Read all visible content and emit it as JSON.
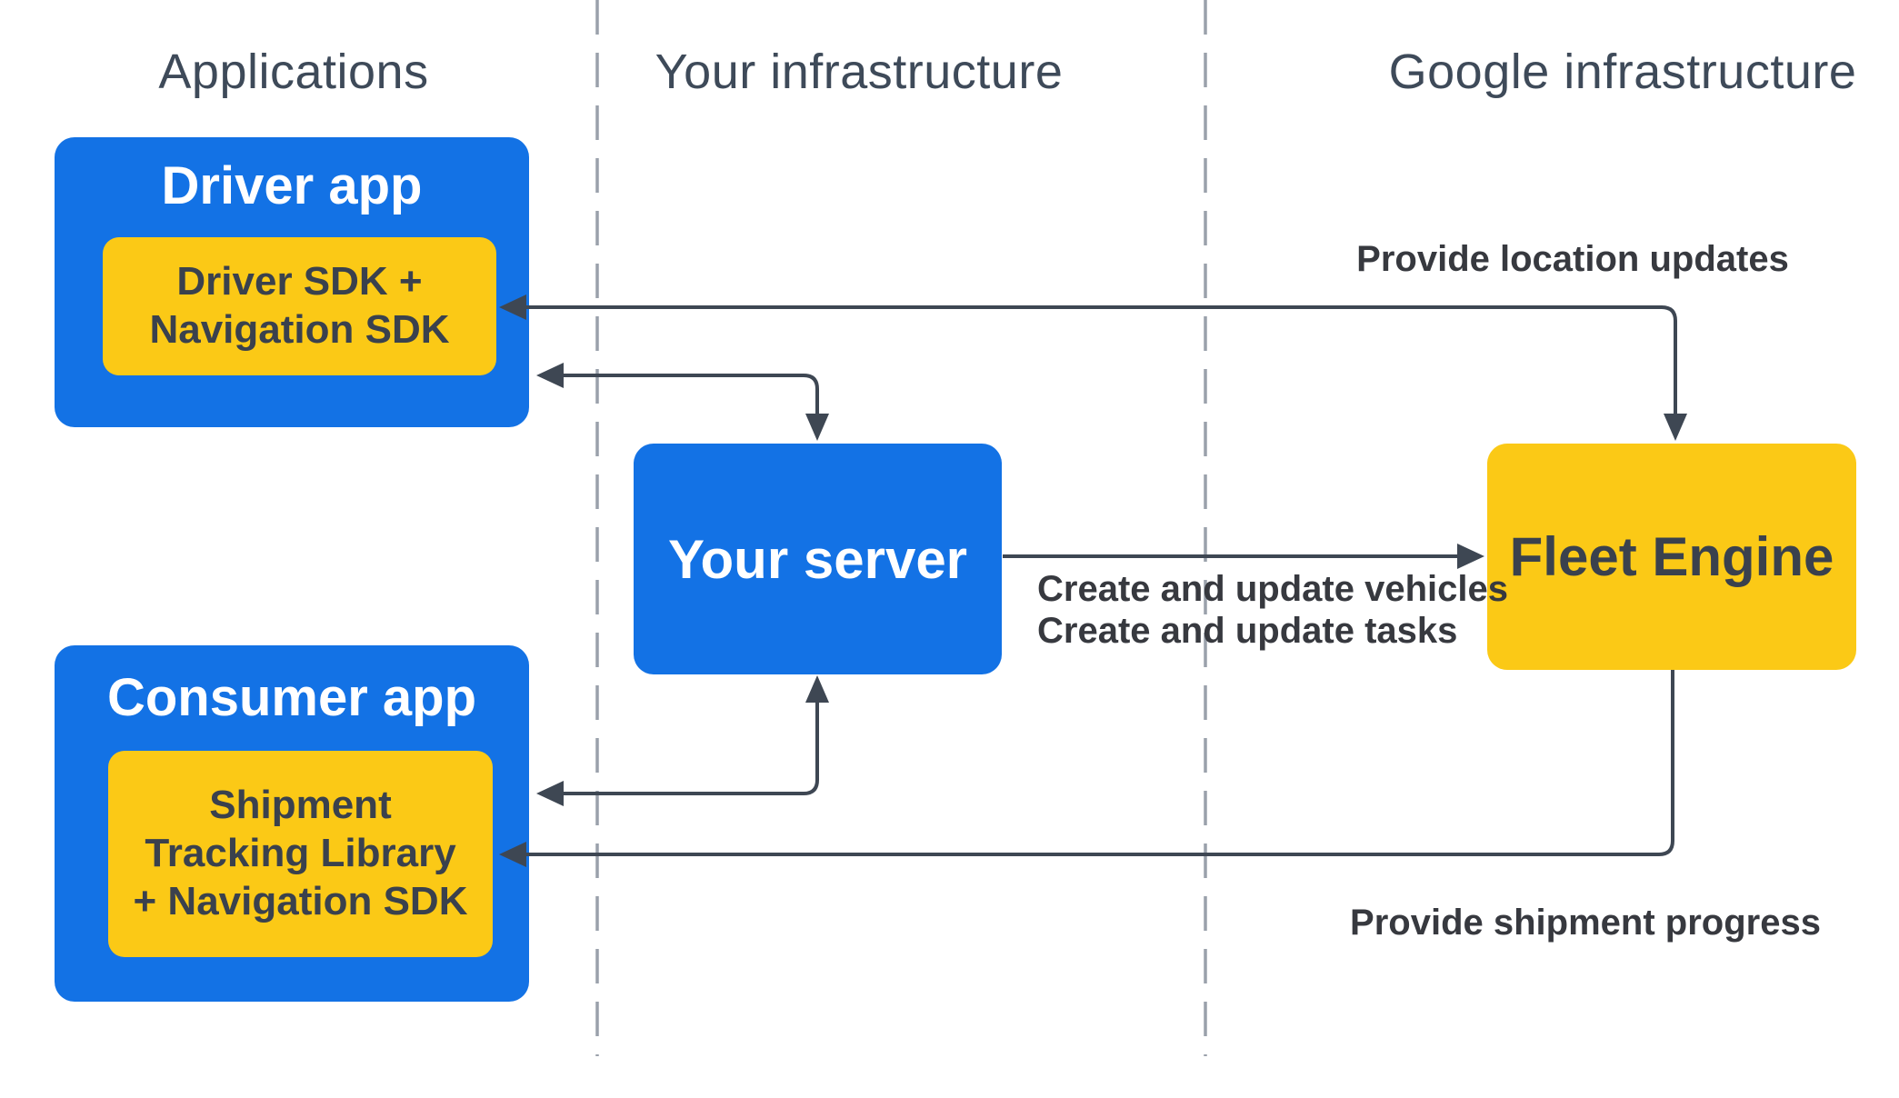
{
  "columns": [
    {
      "label": "Applications"
    },
    {
      "label": "Your infrastructure"
    },
    {
      "label": "Google infrastructure"
    }
  ],
  "nodes": {
    "driver_app": {
      "title": "Driver app",
      "sdk_line1": "Driver SDK +",
      "sdk_line2": "Navigation SDK"
    },
    "your_server": {
      "title": "Your server"
    },
    "fleet_engine": {
      "title": "Fleet Engine"
    },
    "consumer_app": {
      "title": "Consumer app",
      "lib_line1": "Shipment",
      "lib_line2": "Tracking Library",
      "lib_line3": "+ Navigation SDK"
    }
  },
  "edges": {
    "location_updates_label": "Provide location updates",
    "create_vehicles_label": "Create and update vehicles",
    "create_tasks_label": "Create and update tasks",
    "shipment_progress_label": "Provide shipment progress"
  },
  "colors": {
    "blue": "#1372e5",
    "yellow": "#fbc916",
    "line": "#3e4753",
    "divider": "#9aa1ab",
    "header_text": "#3e4a59",
    "dark_text": "#3a414d"
  }
}
